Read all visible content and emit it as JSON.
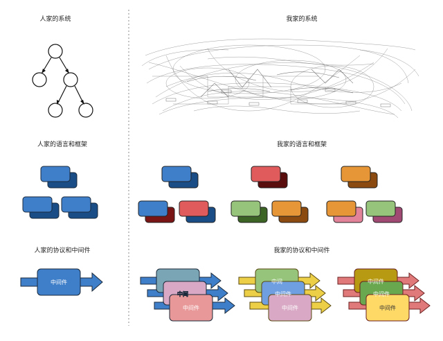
{
  "left": {
    "system_title": "人家的系统",
    "language_title": "人家的语言和框架",
    "protocol_title": "人家的协议和中间件",
    "middleware_label": "中间件"
  },
  "right": {
    "system_title": "我家的系统",
    "language_title": "我家的语言和框架",
    "protocol_title": "我家的协议和中间件",
    "middleware_label": "中间件",
    "middleware_label_partial_1": "中间",
    "middleware_label_partial_2": "中间件"
  },
  "colors": {
    "blue": "#3f7fc9",
    "blue_dark": "#1a4c86",
    "red": "#e05c5c",
    "red_dark": "#7a1515",
    "green": "#96c47a",
    "green_dark": "#3c6425",
    "orange": "#e69636",
    "orange_dark": "#8a4a10",
    "pink": "#e3839a",
    "olive": "#b79a11",
    "yellow_arrow": "#eccf47",
    "red_arrow": "#e07a7a"
  }
}
